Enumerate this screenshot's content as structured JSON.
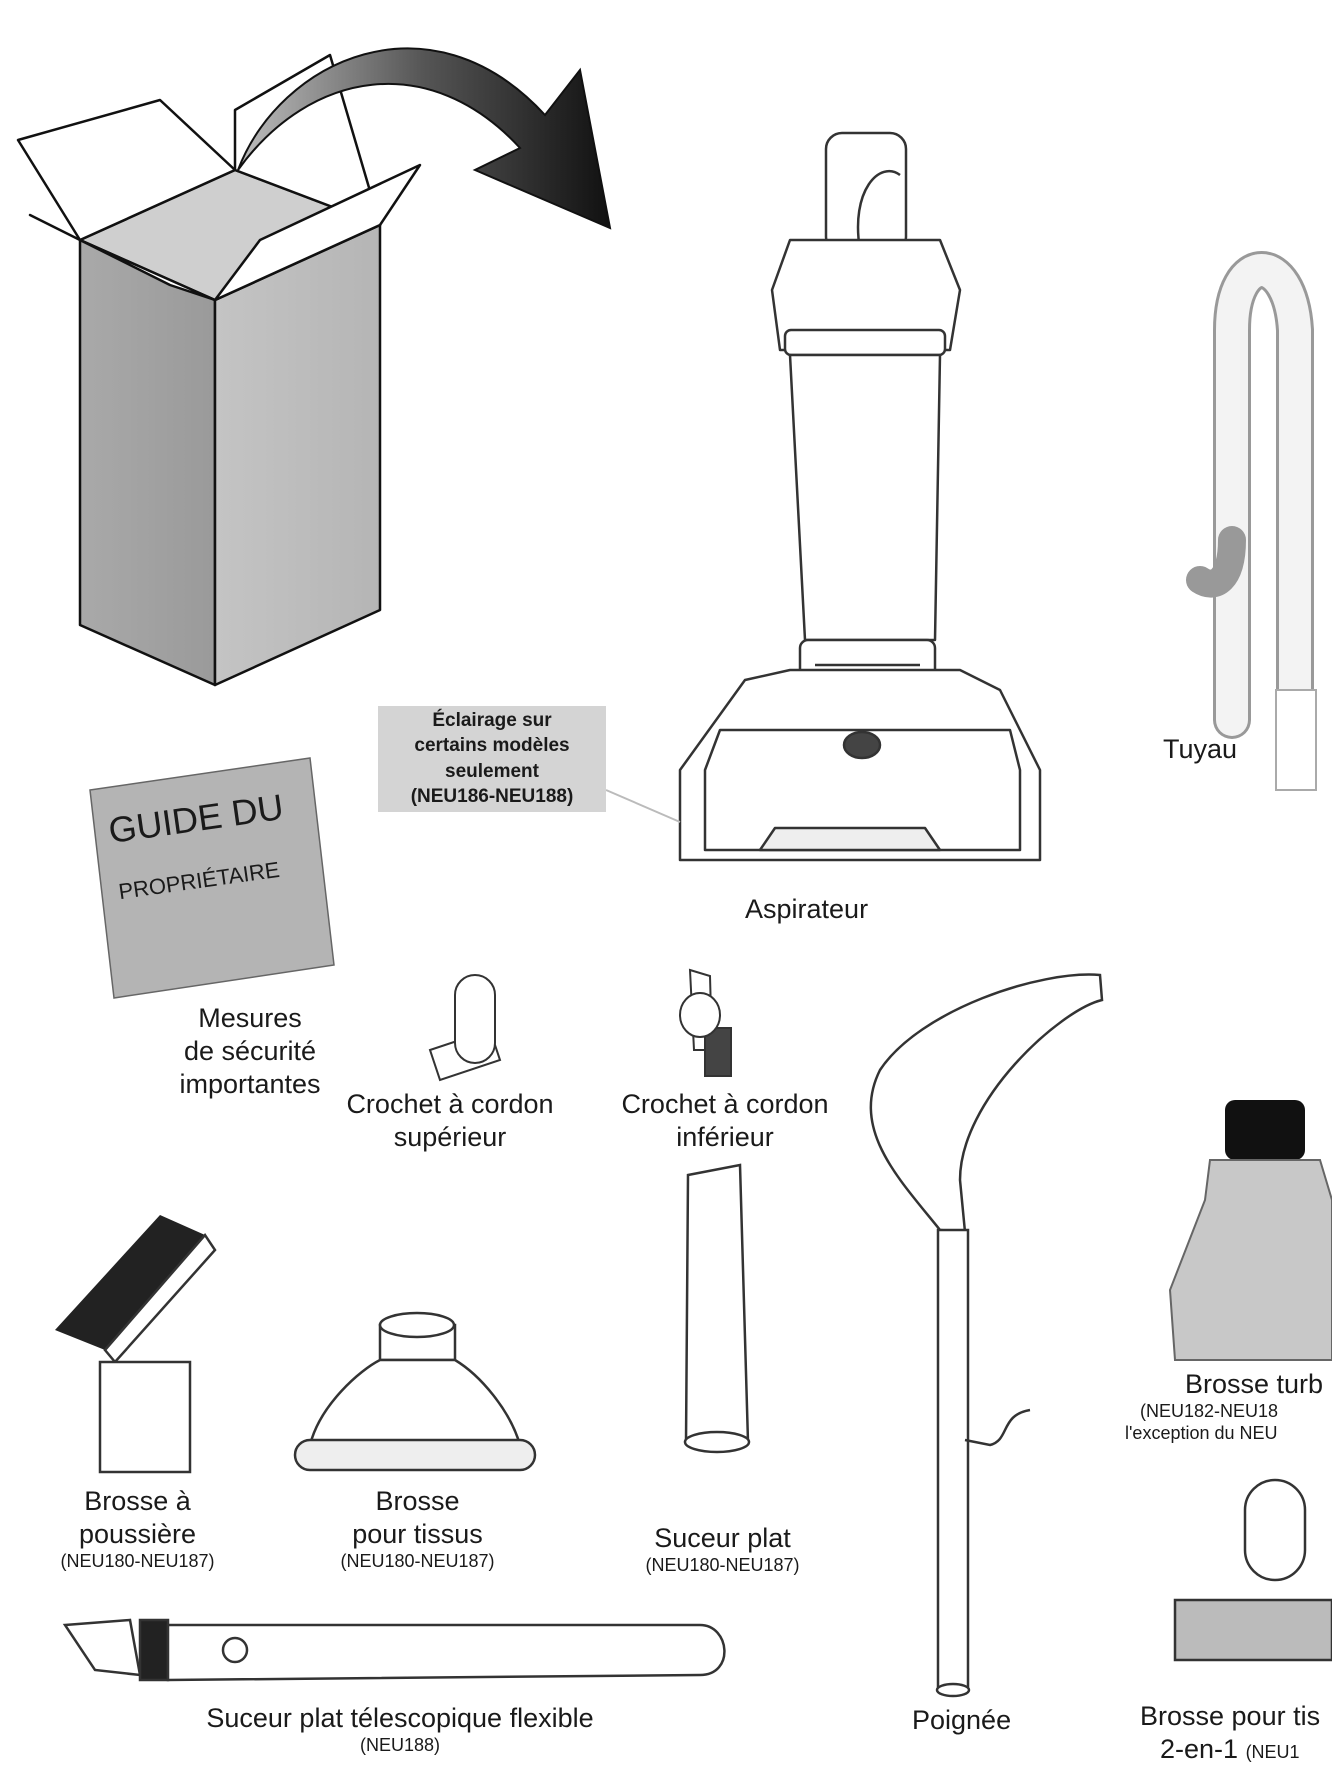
{
  "callout": {
    "lines": [
      "Éclairage sur",
      "certains modèles",
      "seulement",
      "(NEU186-NEU188)"
    ]
  },
  "manual": {
    "title": "GUIDE DU",
    "subtitle": "PROPRIÉTAIRE"
  },
  "labels": {
    "vacuum": "Aspirateur",
    "hose": "Tuyau",
    "safety": [
      "Mesures",
      "de sécurité",
      "importantes"
    ],
    "upper_hook": [
      "Crochet à cordon",
      "supérieur"
    ],
    "lower_hook": [
      "Crochet à cordon",
      "inférieur"
    ],
    "dust_brush": [
      "Brosse à",
      "poussière",
      "(NEU180-NEU187)"
    ],
    "upholstery_tool": [
      "Brosse",
      "pour tissus",
      "(NEU180-NEU187)"
    ],
    "crevice_tool": [
      "Suceur plat",
      "(NEU180-NEU187)"
    ],
    "flex_crevice": [
      "Suceur plat télescopique flexible",
      "(NEU188)"
    ],
    "handle": "Poignée",
    "turbo_brush": [
      "Brosse turb",
      "(NEU182-NEU18",
      "l'exception du NEU"
    ],
    "two_in_one": [
      "Brosse pour tis",
      "2-en-1",
      "(NEU1"
    ]
  }
}
